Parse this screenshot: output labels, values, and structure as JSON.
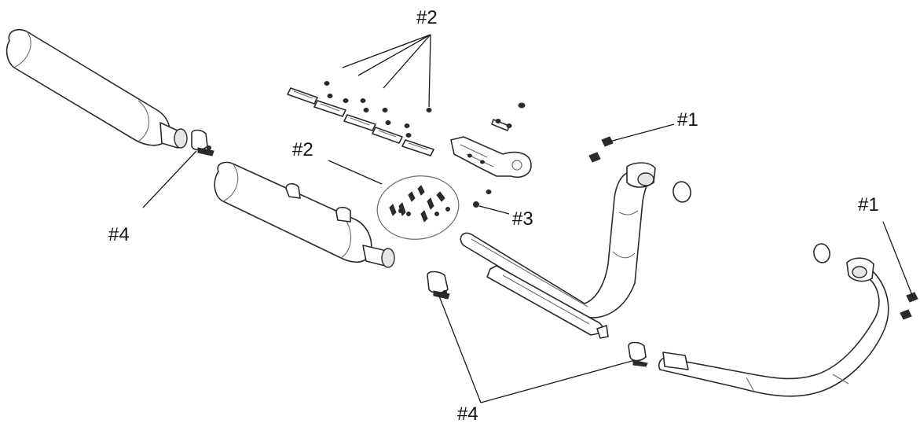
{
  "callouts": {
    "c1_top": "#1",
    "c1_right": "#1",
    "c2_top": "#2",
    "c2_mid": "#2",
    "c3": "#3",
    "c4_left": "#4",
    "c4_bottom": "#4"
  },
  "colors": {
    "line": "#2a2a2a",
    "shade": "#e6e6e6",
    "background": "#ffffff"
  }
}
